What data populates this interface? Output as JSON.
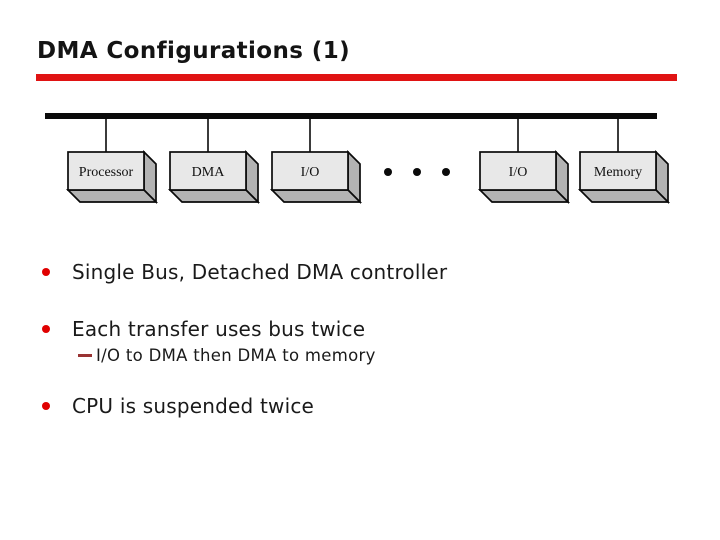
{
  "slide": {
    "title": "DMA Configurations (1)",
    "accent_color": "#e01313",
    "bullet_color": "#e00000",
    "dash_color": "#993333",
    "background_color": "#ffffff"
  },
  "diagram": {
    "description": "single shared bus with devices attached",
    "bus_color": "#0a0a0a",
    "box_face_color": "#e8e8e8",
    "box_side_color": "#b3b3b3",
    "boxes": [
      {
        "label": "Processor"
      },
      {
        "label": "DMA"
      },
      {
        "label": "I/O"
      },
      {
        "label": "I/O"
      },
      {
        "label": "Memory"
      }
    ],
    "ellipsis_dots": 3
  },
  "bullets": [
    {
      "text": "Single Bus, Detached DMA controller",
      "sub": []
    },
    {
      "text": "Each transfer uses bus twice",
      "sub": [
        "I/O to DMA then DMA to memory"
      ]
    },
    {
      "text": "CPU is suspended twice",
      "sub": []
    }
  ]
}
